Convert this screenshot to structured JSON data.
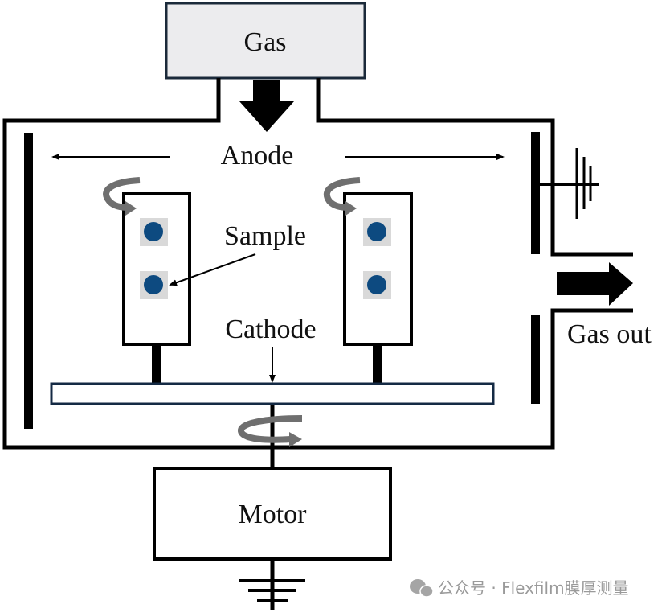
{
  "diagram": {
    "title": "Rotating-cathode plasma treatment chamber schematic",
    "labels": {
      "gas_in": "Gas",
      "anode": "Anode",
      "sample": "Sample",
      "cathode": "Cathode",
      "gas_out": "Gas out",
      "motor": "Motor"
    },
    "components": [
      {
        "id": "gas-supply",
        "label": "Gas",
        "type": "box"
      },
      {
        "id": "chamber",
        "type": "enclosure"
      },
      {
        "id": "anode",
        "label": "Anode",
        "type": "electrode"
      },
      {
        "id": "sample-holder-left",
        "type": "rotating-holder",
        "samples": 2
      },
      {
        "id": "sample-holder-right",
        "type": "rotating-holder",
        "samples": 2
      },
      {
        "id": "cathode",
        "label": "Cathode",
        "type": "rotating-plate"
      },
      {
        "id": "motor",
        "label": "Motor",
        "type": "box"
      },
      {
        "id": "ground-right",
        "type": "ground"
      },
      {
        "id": "ground-bottom",
        "type": "ground"
      }
    ],
    "flows": [
      {
        "from": "Gas",
        "to": "chamber",
        "direction": "down"
      },
      {
        "from": "chamber",
        "to": "Gas out",
        "direction": "right"
      }
    ],
    "colors": {
      "line": "#000000",
      "gas_box_fill": "#ececee",
      "gas_box_border": "#1b2a3a",
      "cathode_border": "#142a44",
      "sample_dot": "#0d4a80",
      "sample_pad": "#d9d9d9",
      "rotation_arrow": "#6f6f6f"
    }
  },
  "watermark": {
    "icon": "wechat-icon",
    "text": "公众号 · Flexfilm膜厚测量"
  }
}
